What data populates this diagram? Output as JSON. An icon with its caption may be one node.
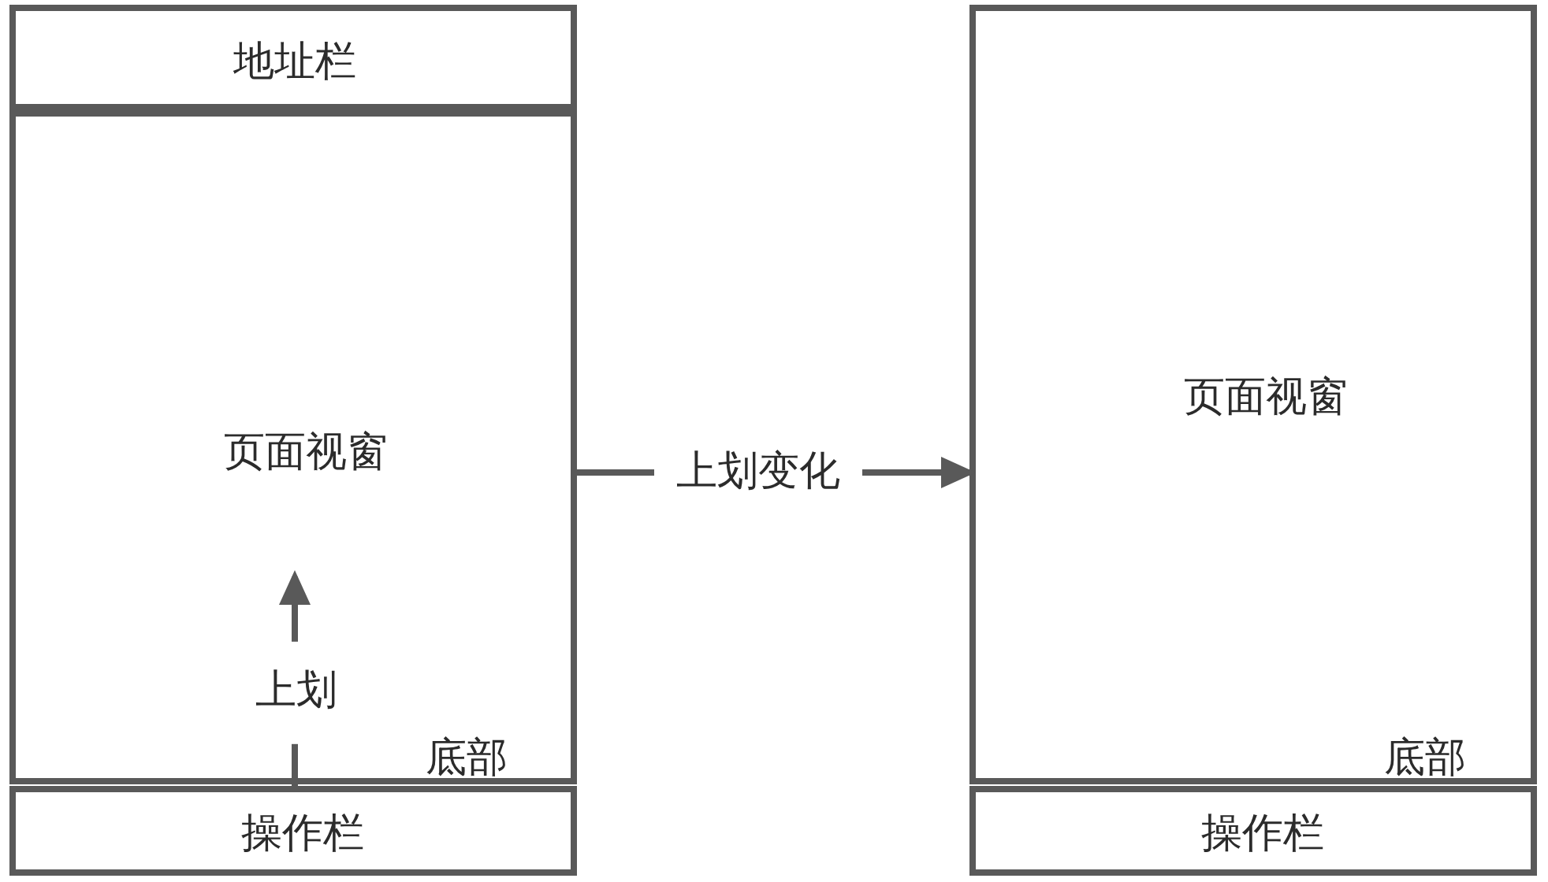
{
  "diagram": {
    "nodes": [
      {
        "text": [
          "地址栏"
        ]
      },
      {
        "text": [
          "页面视窗",
          "底部"
        ]
      },
      {
        "text": [
          "操作栏"
        ]
      },
      {
        "text": [
          "页面视窗",
          "底部"
        ]
      },
      {
        "text": [
          "操作栏"
        ]
      }
    ],
    "edges": [
      {
        "from": 1,
        "to": 3,
        "arrow": "to",
        "label": "上划变化"
      },
      {
        "from": 2,
        "to": 1,
        "arrow": "to",
        "label": "上划"
      }
    ]
  }
}
